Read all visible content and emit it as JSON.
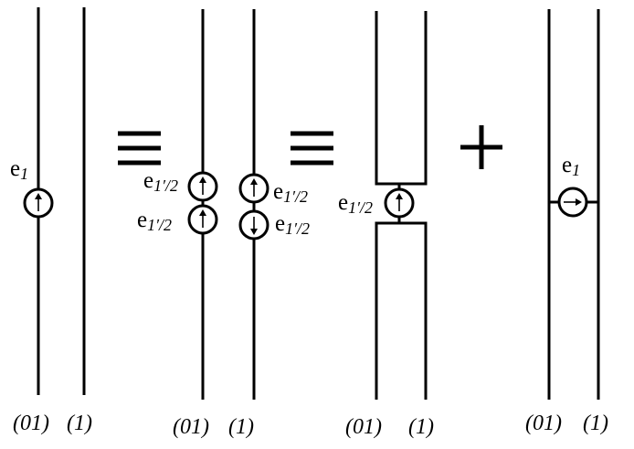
{
  "labels": {
    "e1": "e",
    "e1_sub": "1",
    "ehalf": "e",
    "ehalf_sub": "1′/2"
  },
  "columns": {
    "p1_left": "(01)",
    "p1_right": "(1)",
    "p2_left": "(01)",
    "p2_right": "(1)",
    "p3_left": "(01)",
    "p3_right": "(1)",
    "p4_left": "(01)",
    "p4_right": "(1)"
  }
}
